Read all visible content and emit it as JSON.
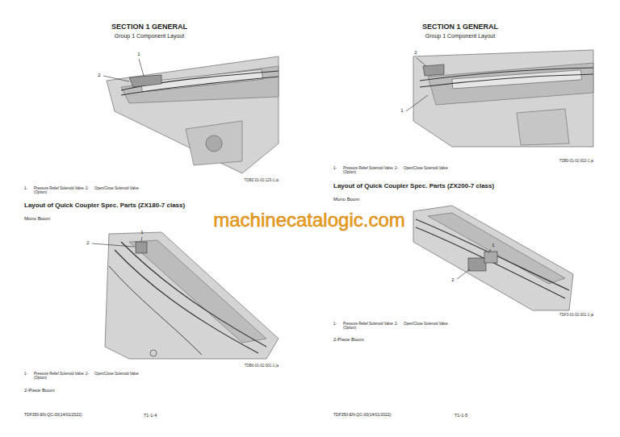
{
  "diagram": {
    "labels": [
      "SECTION 1 GENERAL",
      "Group 1 Component Layout",
      "1",
      "2",
      "TDBZ-01-02-123-1 ja",
      "1-",
      "Pressure Relief Solenoid Valve (Option)",
      "2-",
      "Open/Close Solenoid Valve",
      "Layout of Quick Coupler Spec. Parts (ZX180-7 class)",
      "Mono Boom",
      "2",
      "1",
      "TDB0-01-02-001-1 ja",
      "1-",
      "Pressure Relief Solenoid Valve (Option)",
      "2-",
      "Open/Close Solenoid Valve",
      "2-Piece Boom",
      "TDF350-EN-QC-00(14/01/2022)",
      "T1-1-4",
      "SECTION 1 GENERAL",
      "Group 1 Component Layout",
      "2",
      "1",
      "TDB0-01-02-002-1 ja",
      "1-",
      "Pressure Relief Solenoid Valve (Option)",
      "2-",
      "Open/Close Solenoid Valve",
      "Layout of Quick Coupler Spec. Parts (ZX200-7 class)",
      "Mono Boom",
      "1",
      "2",
      "TDF3-01-02-001-1 ja",
      "1-",
      "Pressure Relief Solenoid Valve (Option)",
      "2-",
      "Open/Close Solenoid Valve",
      "2-Piece Boom",
      "TDF350-EN-QC-00(14/01/2022)",
      "T1-1-5",
      "machinecatalogic.com"
    ]
  }
}
